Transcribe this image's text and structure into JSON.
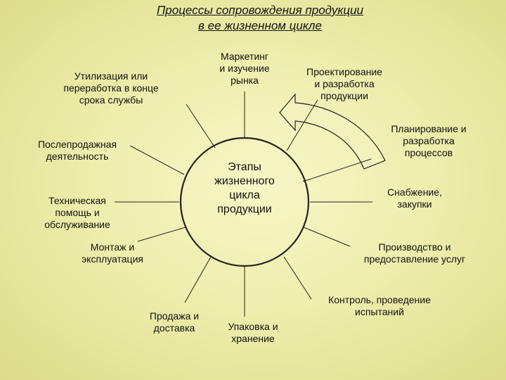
{
  "title": {
    "line1": "Процессы сопровождения продукции",
    "line2": "в ее жизненном цикле"
  },
  "center": {
    "label": "Этапы\nжизненного\nцикла\nпродукции"
  },
  "stages": [
    {
      "id": "marketing",
      "label": "Маркетинг\nи изучение\nрынка"
    },
    {
      "id": "design",
      "label": "Проектирование\nи разработка\nпродукции"
    },
    {
      "id": "planning",
      "label": "Планирование и\nразработка\nпроцессов"
    },
    {
      "id": "supply",
      "label": "Снабжение,\nзакупки"
    },
    {
      "id": "production",
      "label": "Производство и\nпредоставление услуг"
    },
    {
      "id": "control",
      "label": "Контроль, проведение\nиспытаний"
    },
    {
      "id": "packaging",
      "label": "Упаковка и\nхранение"
    },
    {
      "id": "sales",
      "label": "Продажа и\nдоставка"
    },
    {
      "id": "installation",
      "label": "Монтаж и\nэксплуатация"
    },
    {
      "id": "service",
      "label": "Техническая\nпомощь и\nобслуживание"
    },
    {
      "id": "aftersales",
      "label": "Послепродажная\nдеятельность"
    },
    {
      "id": "disposal",
      "label": "Утилизация или\nпереработка в конце\nсрока службы"
    }
  ],
  "colors": {
    "background": "#eeeeae",
    "line": "#222222",
    "arrow_fill": "#f2f2bc"
  }
}
